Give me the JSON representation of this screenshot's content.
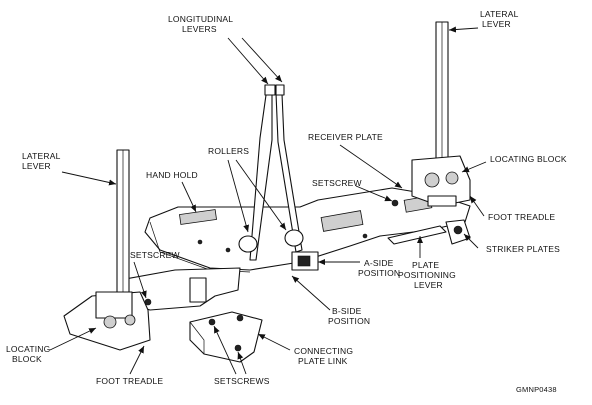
{
  "labels": {
    "longitudinal_1": "LONGITUDINAL",
    "longitudinal_2": "LEVERS",
    "lateral_right_1": "LATERAL",
    "lateral_right_2": "LEVER",
    "lateral_left_1": "LATERAL",
    "lateral_left_2": "LEVER",
    "rollers": "ROLLERS",
    "receiver_plate": "RECEIVER PLATE",
    "locating_block_right": "LOCATING BLOCK",
    "hand_hold": "HAND HOLD",
    "setscrew_upper": "SETSCREW",
    "foot_treadle_right": "FOOT TREADLE",
    "striker_plates": "STRIKER PLATES",
    "plate_positioning_1": "PLATE",
    "plate_positioning_2": "POSITIONING",
    "plate_positioning_3": "LEVER",
    "a_side_1": "A-SIDE",
    "a_side_2": "POSITION",
    "setscrew_left": "SETSCREW",
    "b_side_1": "B-SIDE",
    "b_side_2": "POSITION",
    "locating_block_left_1": "LOCATING",
    "locating_block_left_2": "BLOCK",
    "connecting_1": "CONNECTING",
    "connecting_2": "PLATE LINK",
    "setscrews": "SETSCREWS",
    "foot_treadle_left": "FOOT TREADLE",
    "figure_id": "GMNP0438"
  }
}
